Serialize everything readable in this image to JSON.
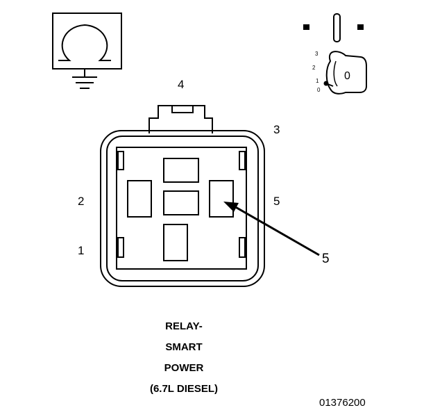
{
  "pin_labels": {
    "pin4": "4",
    "pin3": "3",
    "pin2": "2",
    "pin5": "5",
    "pin1": "1",
    "callout": "5"
  },
  "ignition_key": {
    "position_labels": [
      "3",
      "2",
      "1",
      "0"
    ],
    "key_label": "0"
  },
  "caption_lines": [
    "RELAY-",
    "SMART",
    "POWER",
    "(6.7L DIESEL)"
  ],
  "figure_number": "01376200",
  "icons": [
    "ground-resistance-symbol-icon",
    "ignition-switch-icon"
  ],
  "colors": {
    "line": "#000000",
    "background": "#ffffff"
  }
}
